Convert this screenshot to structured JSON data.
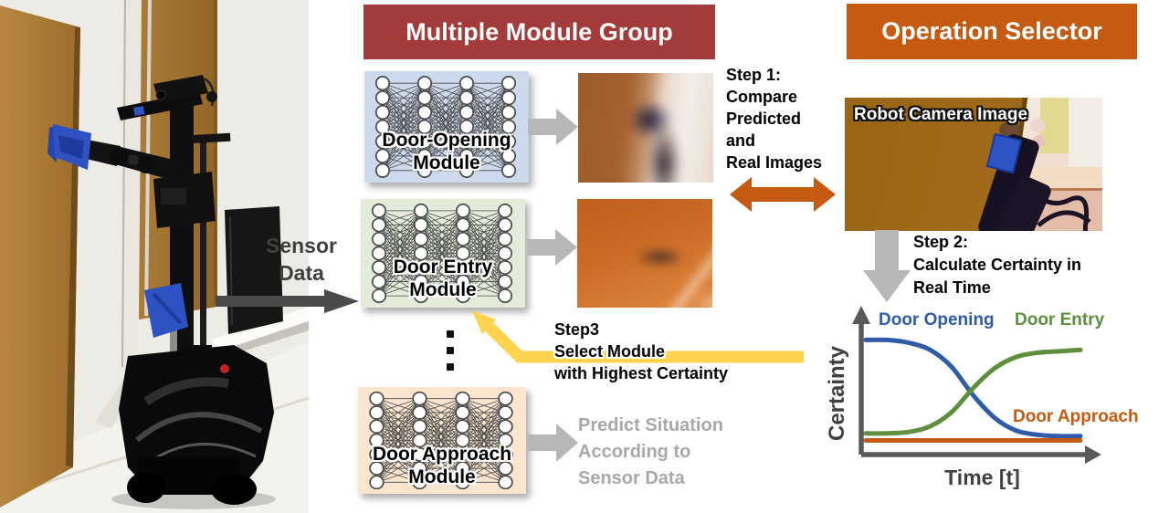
{
  "colors": {
    "dark_text": "#3F3F3F",
    "muted_text": "#A8A8A8",
    "module_label": "#000000"
  },
  "arrows": {
    "gray": "#B7B7B7",
    "dark": "#4A4A4A",
    "orange": "#C55A11",
    "yellow": "#FFD34D"
  },
  "sensor": {
    "lines": [
      "Sensor",
      "Data"
    ]
  },
  "module_group": {
    "title": "Multiple Module Group",
    "header_bg": "#A33B3B",
    "modules": [
      {
        "id": "door-opening-module",
        "label_lines": [
          "Door-Opening",
          "Module"
        ],
        "bg": "#CDD9EC"
      },
      {
        "id": "door-entry-module",
        "label_lines": [
          "Door Entry",
          "Module"
        ],
        "bg": "#E2ECD8"
      },
      {
        "id": "door-approach-module",
        "label_lines": [
          "Door Approach",
          "Module"
        ],
        "bg": "#FBE5CE"
      }
    ],
    "ellipsis": "⋮"
  },
  "operation_selector": {
    "title": "Operation Selector",
    "header_bg": "#C55A11",
    "camera_label": "Robot Camera Image"
  },
  "steps": {
    "step1_lines": [
      "Step 1:",
      "Compare",
      "Predicted",
      "and",
      "Real Images"
    ],
    "step2_lines": [
      "Step 2:",
      "Calculate Certainty in",
      "Real Time"
    ],
    "step3_lines": [
      "Step3",
      "Select Module",
      "with Highest Certainty"
    ]
  },
  "predict_lines": [
    "Predict Situation",
    "According to",
    "Sensor Data"
  ],
  "chart_data": {
    "type": "line",
    "title": "",
    "xlabel": "Time [t]",
    "ylabel": "Certainty",
    "axis_color": "#595959",
    "xlim": [
      0,
      1
    ],
    "ylim": [
      0,
      1
    ],
    "grid": false,
    "legend_position": "inline-labels",
    "x": [
      0,
      0.1,
      0.2,
      0.3,
      0.4,
      0.5,
      0.6,
      0.7,
      0.8,
      0.9,
      1.0
    ],
    "series": [
      {
        "name": "Door Opening",
        "color": "#2F5BA8",
        "values": [
          0.81,
          0.81,
          0.79,
          0.74,
          0.62,
          0.42,
          0.26,
          0.17,
          0.14,
          0.13,
          0.13
        ]
      },
      {
        "name": "Door Entry",
        "color": "#5D8F3D",
        "values": [
          0.15,
          0.15,
          0.16,
          0.2,
          0.3,
          0.47,
          0.61,
          0.69,
          0.72,
          0.73,
          0.74
        ]
      },
      {
        "name": "Door Approach",
        "color": "#C55A11",
        "values": [
          0.1,
          0.1,
          0.1,
          0.1,
          0.1,
          0.1,
          0.1,
          0.1,
          0.1,
          0.1,
          0.1
        ]
      }
    ]
  }
}
